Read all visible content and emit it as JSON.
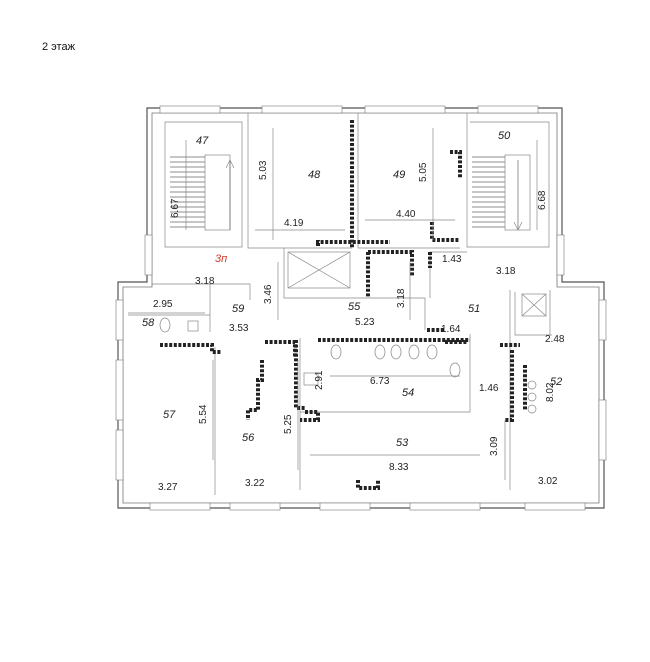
{
  "floor_title": "2 этаж",
  "rooms": {
    "r47": "47",
    "r48": "48",
    "r49": "49",
    "r50": "50",
    "r3p": "3п",
    "r51": "51",
    "r52": "52",
    "r53": "53",
    "r54": "54",
    "r55": "55",
    "r56": "56",
    "r57": "57",
    "r58": "58",
    "r59": "59"
  },
  "dimensions": {
    "d667": "6.67",
    "d318a": "3.18",
    "d503": "5.03",
    "d419": "4.19",
    "d505": "5.05",
    "d440": "4.40",
    "d143": "1.43",
    "d668": "6.68",
    "d318b": "3.18",
    "d295": "2.95",
    "d353": "3.53",
    "d346": "3.46",
    "d523": "5.23",
    "d318c": "3.18",
    "d164": "1.64",
    "d248": "2.48",
    "d673": "6.73",
    "d291": "2.91",
    "d146": "1.46",
    "d802": "8.02",
    "d554": "5.54",
    "d525": "5.25",
    "d309": "3.09",
    "d833": "8.33",
    "d327": "3.27",
    "d322": "3.22",
    "d302": "3.02"
  }
}
